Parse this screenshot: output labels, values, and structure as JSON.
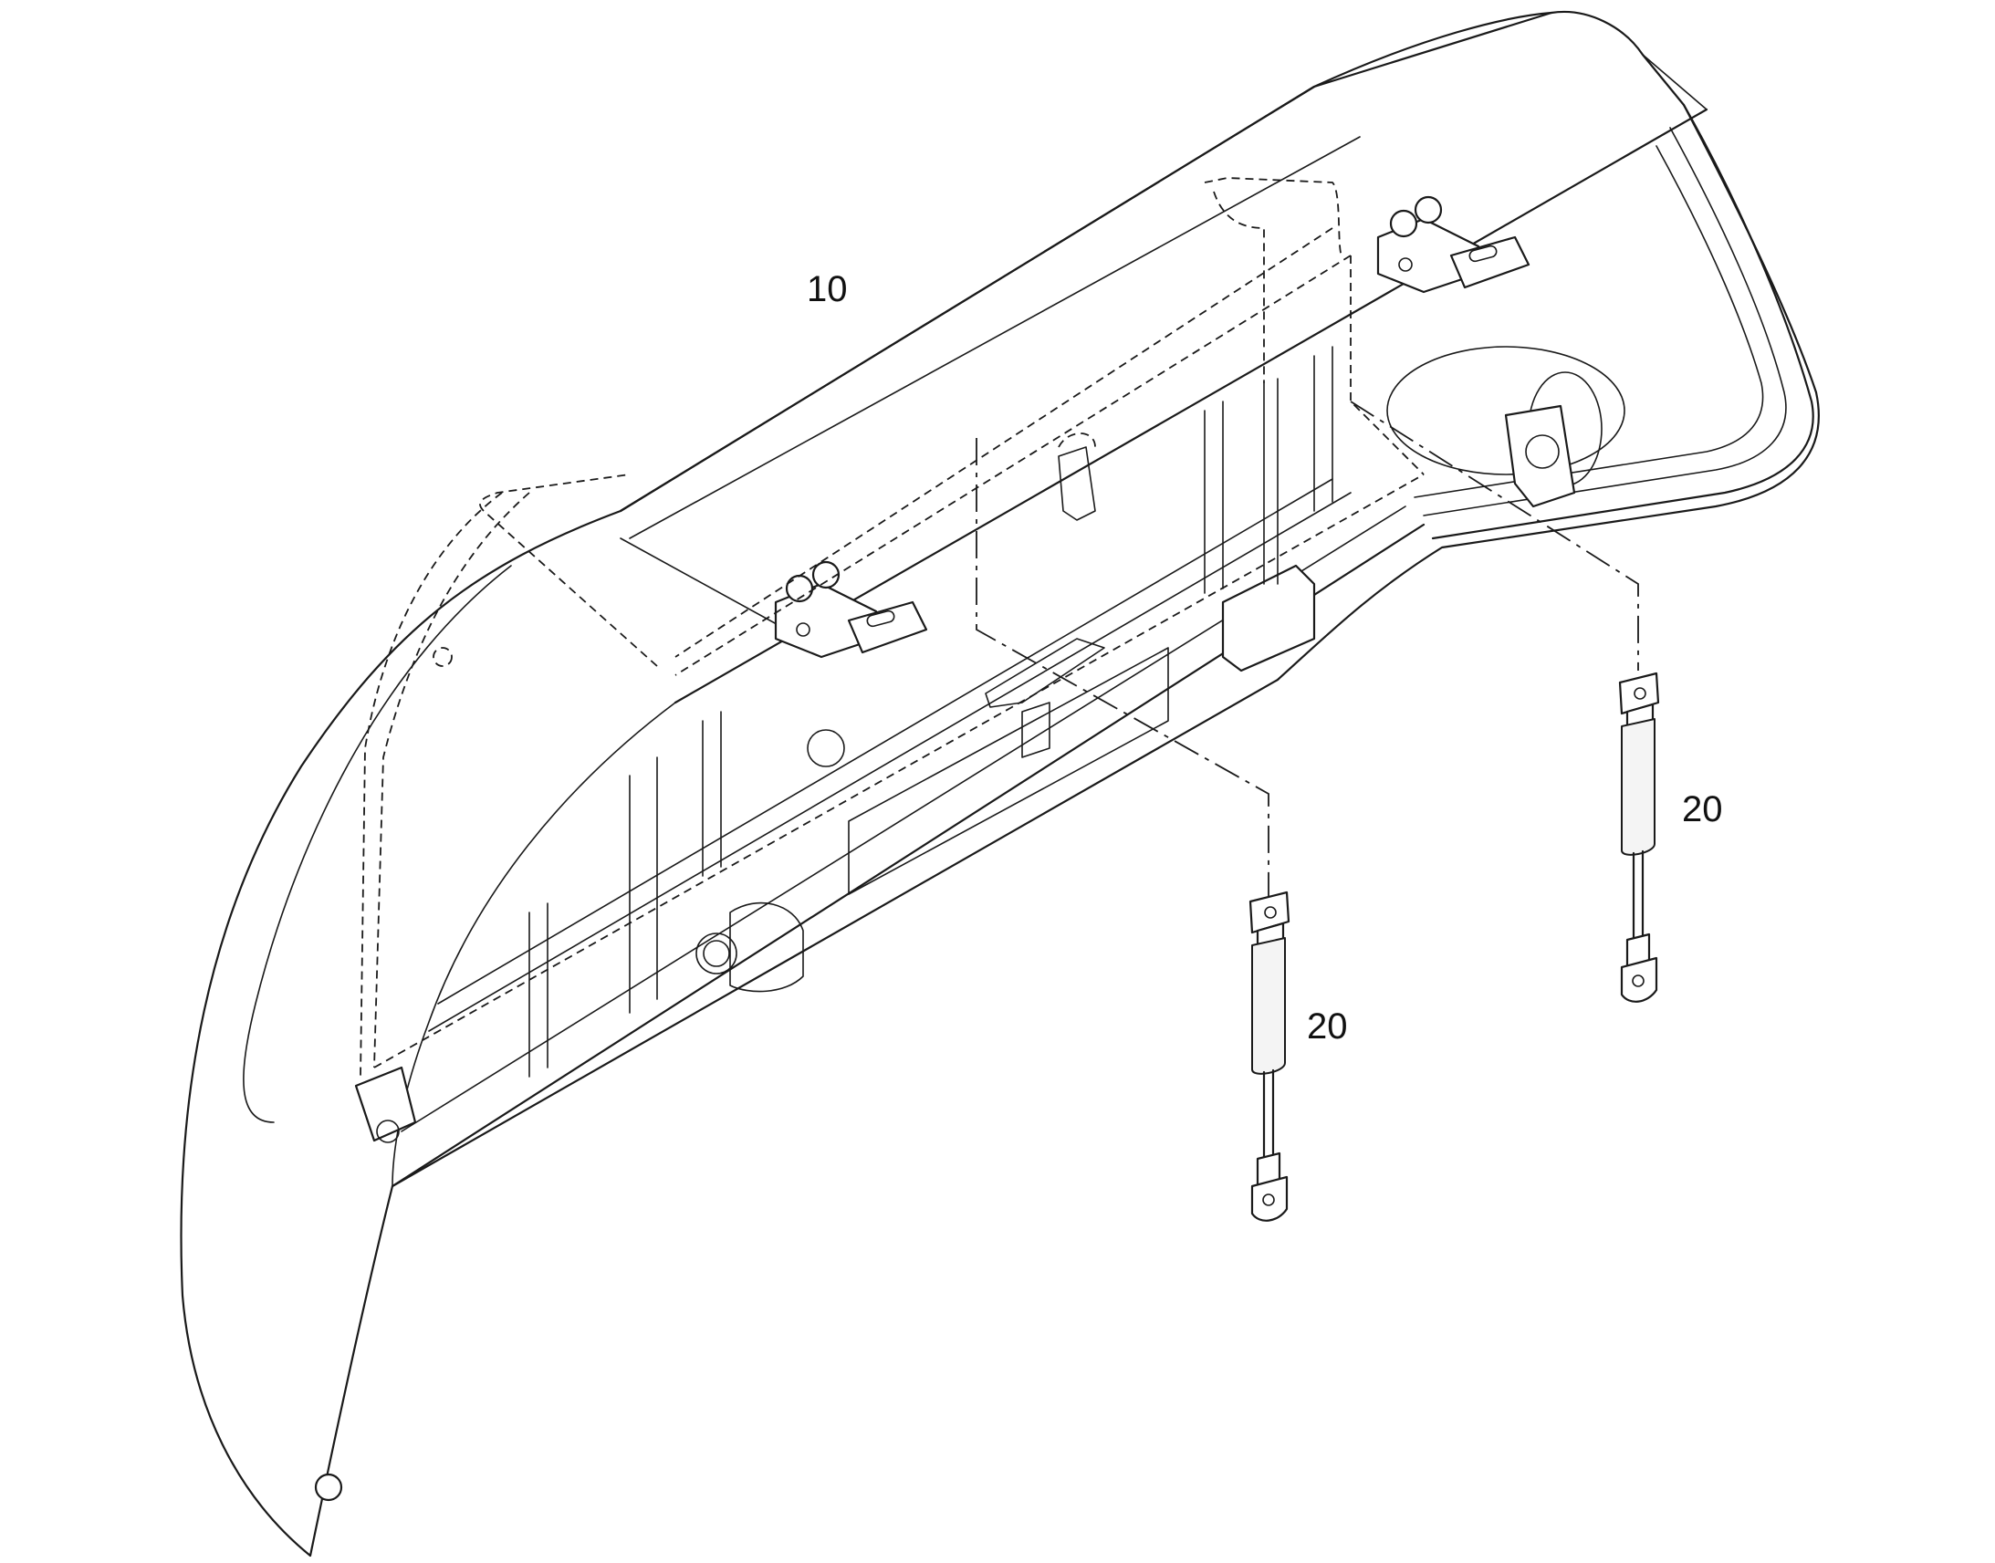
{
  "callouts": {
    "hood": "10",
    "strut_right": "20",
    "strut_left": "20"
  },
  "colors": {
    "line": "#1a1a1a",
    "background": "#ffffff"
  }
}
